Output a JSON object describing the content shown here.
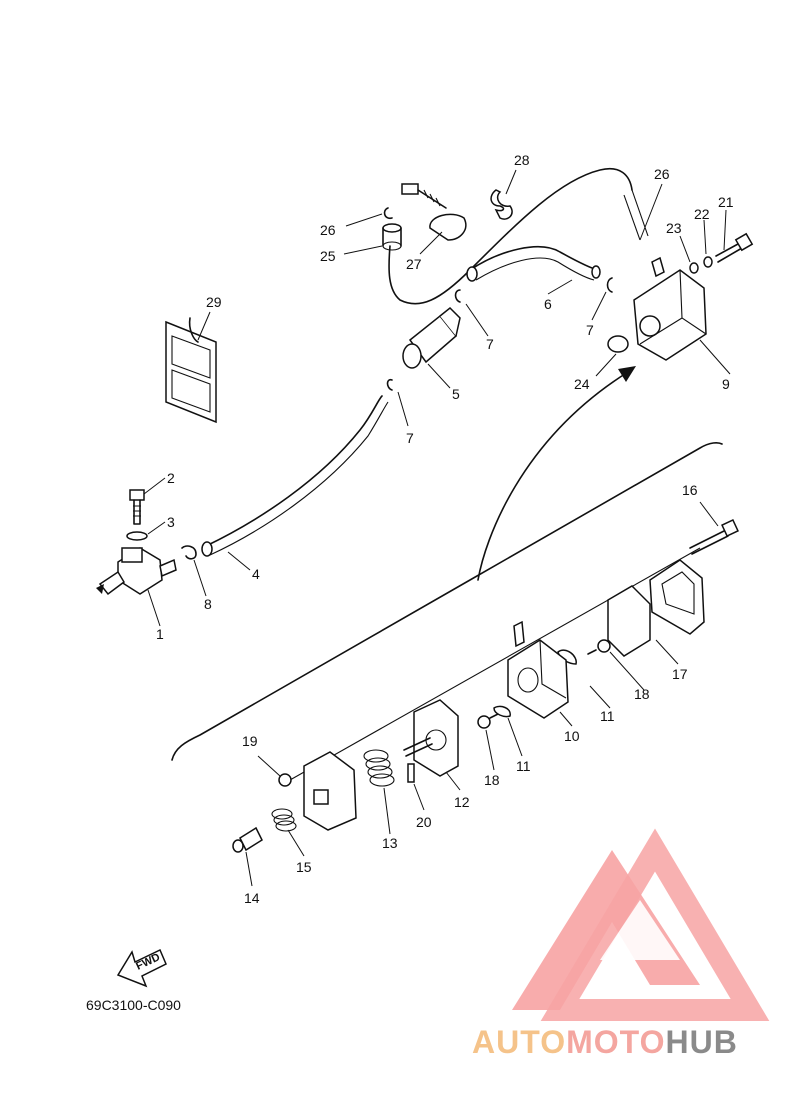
{
  "diagram_code": "69C3100-C090",
  "fwd_label": "FWD",
  "watermark": {
    "auto": "AUTO",
    "moto": "MOTO",
    "hub": "HUB",
    "colors": {
      "auto": "#f5c38a",
      "moto": "#f4a6a0",
      "hub": "#8a8a8a",
      "logo": "#f7a3a3"
    }
  },
  "callouts": {
    "c1": "1",
    "c2": "2",
    "c3": "3",
    "c4": "4",
    "c5": "5",
    "c6": "6",
    "c7a": "7",
    "c7b": "7",
    "c7c": "7",
    "c8": "8",
    "c9": "9",
    "c10": "10",
    "c11a": "11",
    "c11b": "11",
    "c12": "12",
    "c13": "13",
    "c14": "14",
    "c15": "15",
    "c16": "16",
    "c17": "17",
    "c18a": "18",
    "c18b": "18",
    "c19": "19",
    "c20": "20",
    "c21": "21",
    "c22": "22",
    "c23": "23",
    "c24": "24",
    "c25": "25",
    "c26a": "26",
    "c26b": "26",
    "c27": "27",
    "c28": "28",
    "c29": "29"
  }
}
